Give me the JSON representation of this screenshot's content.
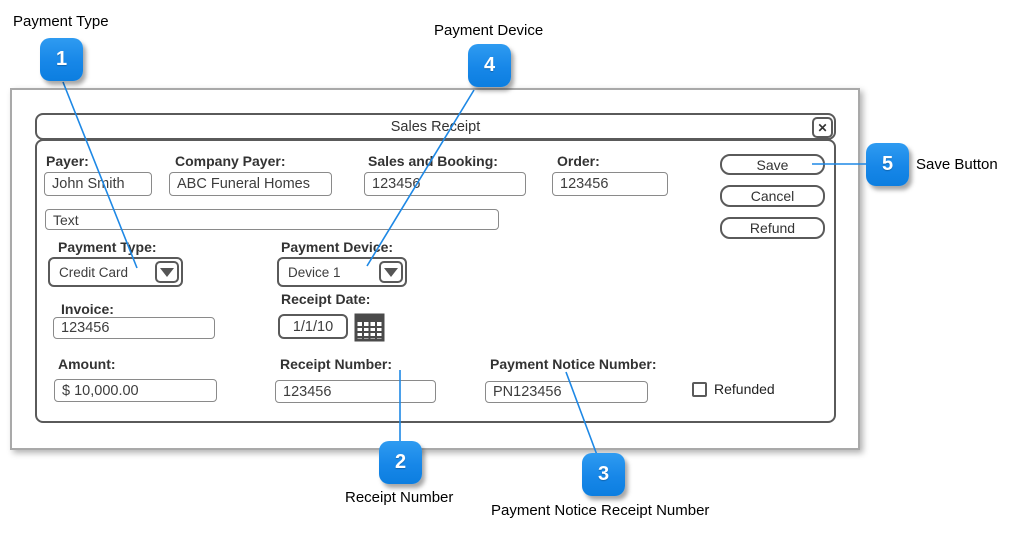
{
  "colors": {
    "accent_blue": "#1787e8",
    "callout_line": "#1e88e5",
    "window_border": "#5a5a5a",
    "frame_border": "#a9a9a9"
  },
  "callouts": {
    "c1": {
      "number": "1",
      "label": "Payment Type"
    },
    "c2": {
      "number": "2",
      "label": "Receipt Number"
    },
    "c3": {
      "number": "3",
      "label": "Payment Notice Receipt Number"
    },
    "c4": {
      "number": "4",
      "label": "Payment Device"
    },
    "c5": {
      "number": "5",
      "label": "Save Button"
    }
  },
  "window": {
    "title": "Sales Receipt",
    "close_glyph": "✕"
  },
  "fields": {
    "payer": {
      "label": "Payer:",
      "value": "John Smith"
    },
    "company_payer": {
      "label": "Company Payer:",
      "value": "ABC Funeral Homes"
    },
    "sales_and_booking": {
      "label": "Sales and Booking:",
      "value": "123456"
    },
    "order": {
      "label": "Order:",
      "value": "123456"
    },
    "text": {
      "value": "Text"
    },
    "payment_type": {
      "label": "Payment Type:",
      "value": "Credit Card"
    },
    "payment_device": {
      "label": "Payment Device:",
      "value": "Device 1"
    },
    "invoice": {
      "label": "Invoice:",
      "value": "123456"
    },
    "receipt_date": {
      "label": "Receipt Date:",
      "value": "1/1/10"
    },
    "amount": {
      "label": "Amount:",
      "value": "$ 10,000.00"
    },
    "receipt_number": {
      "label": "Receipt Number:",
      "value": "123456"
    },
    "payment_notice_number": {
      "label": "Payment Notice Number:",
      "value": "PN123456"
    }
  },
  "buttons": {
    "save": "Save",
    "cancel": "Cancel",
    "refund": "Refund"
  },
  "refunded": {
    "label": "Refunded",
    "checked": false
  }
}
